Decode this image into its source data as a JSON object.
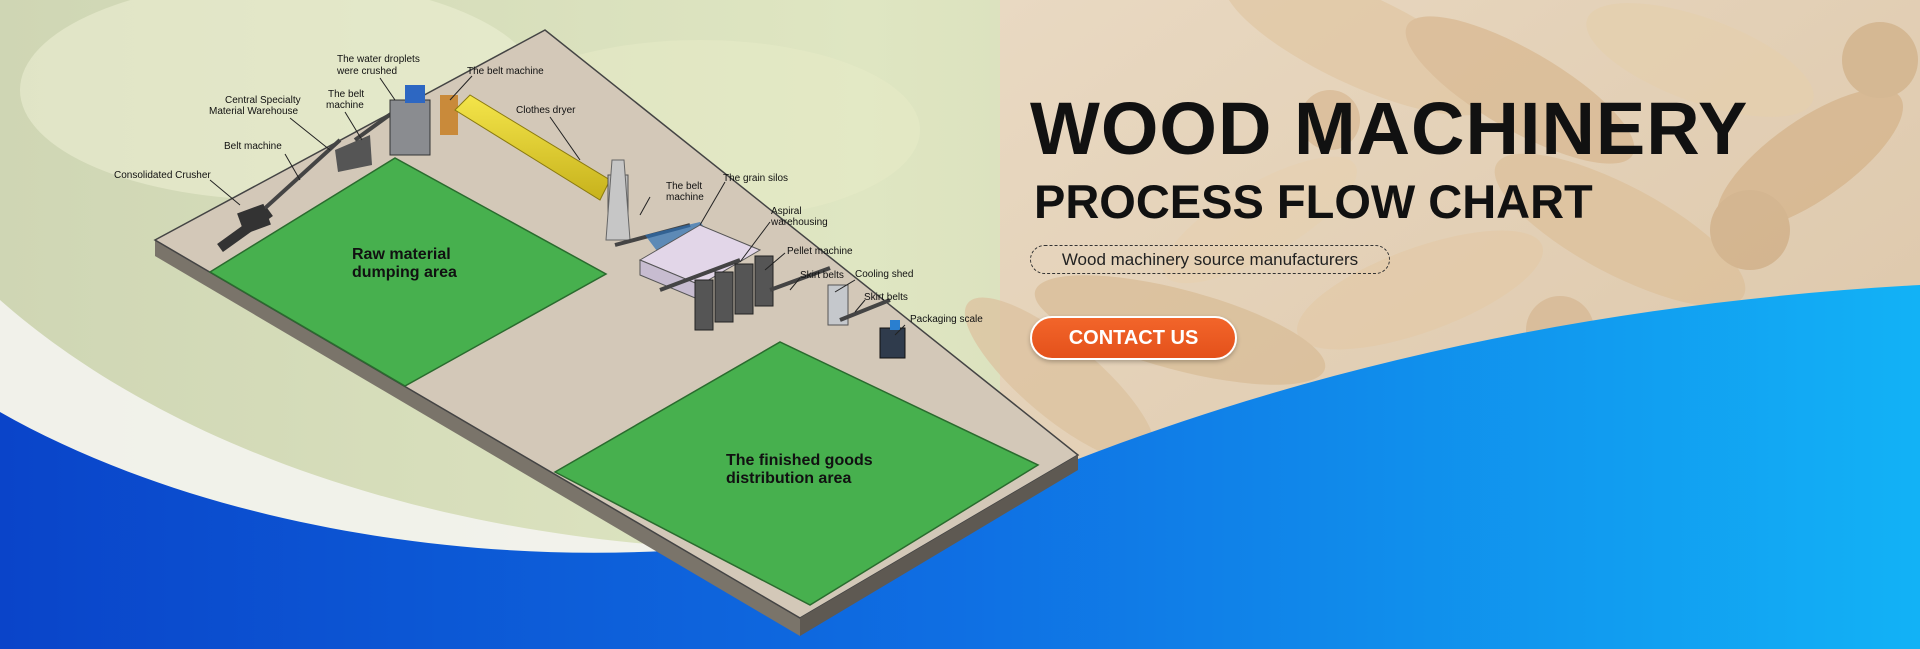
{
  "banner": {
    "title": "WOOD MACHINERY",
    "subtitle": "PROCESS FLOW CHART",
    "tagline": "Wood machinery source manufacturers",
    "cta_label": "CONTACT US"
  },
  "diagram": {
    "areas": {
      "raw_line1": "Raw material",
      "raw_line2": "dumping area",
      "finished_line1": "The finished goods",
      "finished_line2": "distribution area"
    },
    "labels": {
      "water_l1": "The water droplets",
      "water_l2": "were crushed",
      "belt_machine_top": "The belt machine",
      "central_l1": "Central Specialty",
      "central_l2": "Material Warehouse",
      "belt2_l1": "The belt",
      "belt2_l2": "machine",
      "clothes_dryer": "Clothes dryer",
      "belt_machine": "Belt machine",
      "crusher": "Consolidated Crusher",
      "belt3_l1": "The belt",
      "belt3_l2": "machine",
      "grain_silos": "The grain silos",
      "aspiral_l1": "Aspiral",
      "aspiral_l2": "warehousing",
      "pellet_machine": "Pellet machine",
      "skirt_belts_1": "Skirt belts",
      "cooling_shed": "Cooling shed",
      "skirt_belts_2": "Skirt belts",
      "packaging_scale": "Packaging scale"
    }
  },
  "colors": {
    "accent_orange": "#e85a20",
    "wave_blue": "#1166dd",
    "area_green": "#47b04e",
    "platform": "#d3c8b8"
  }
}
